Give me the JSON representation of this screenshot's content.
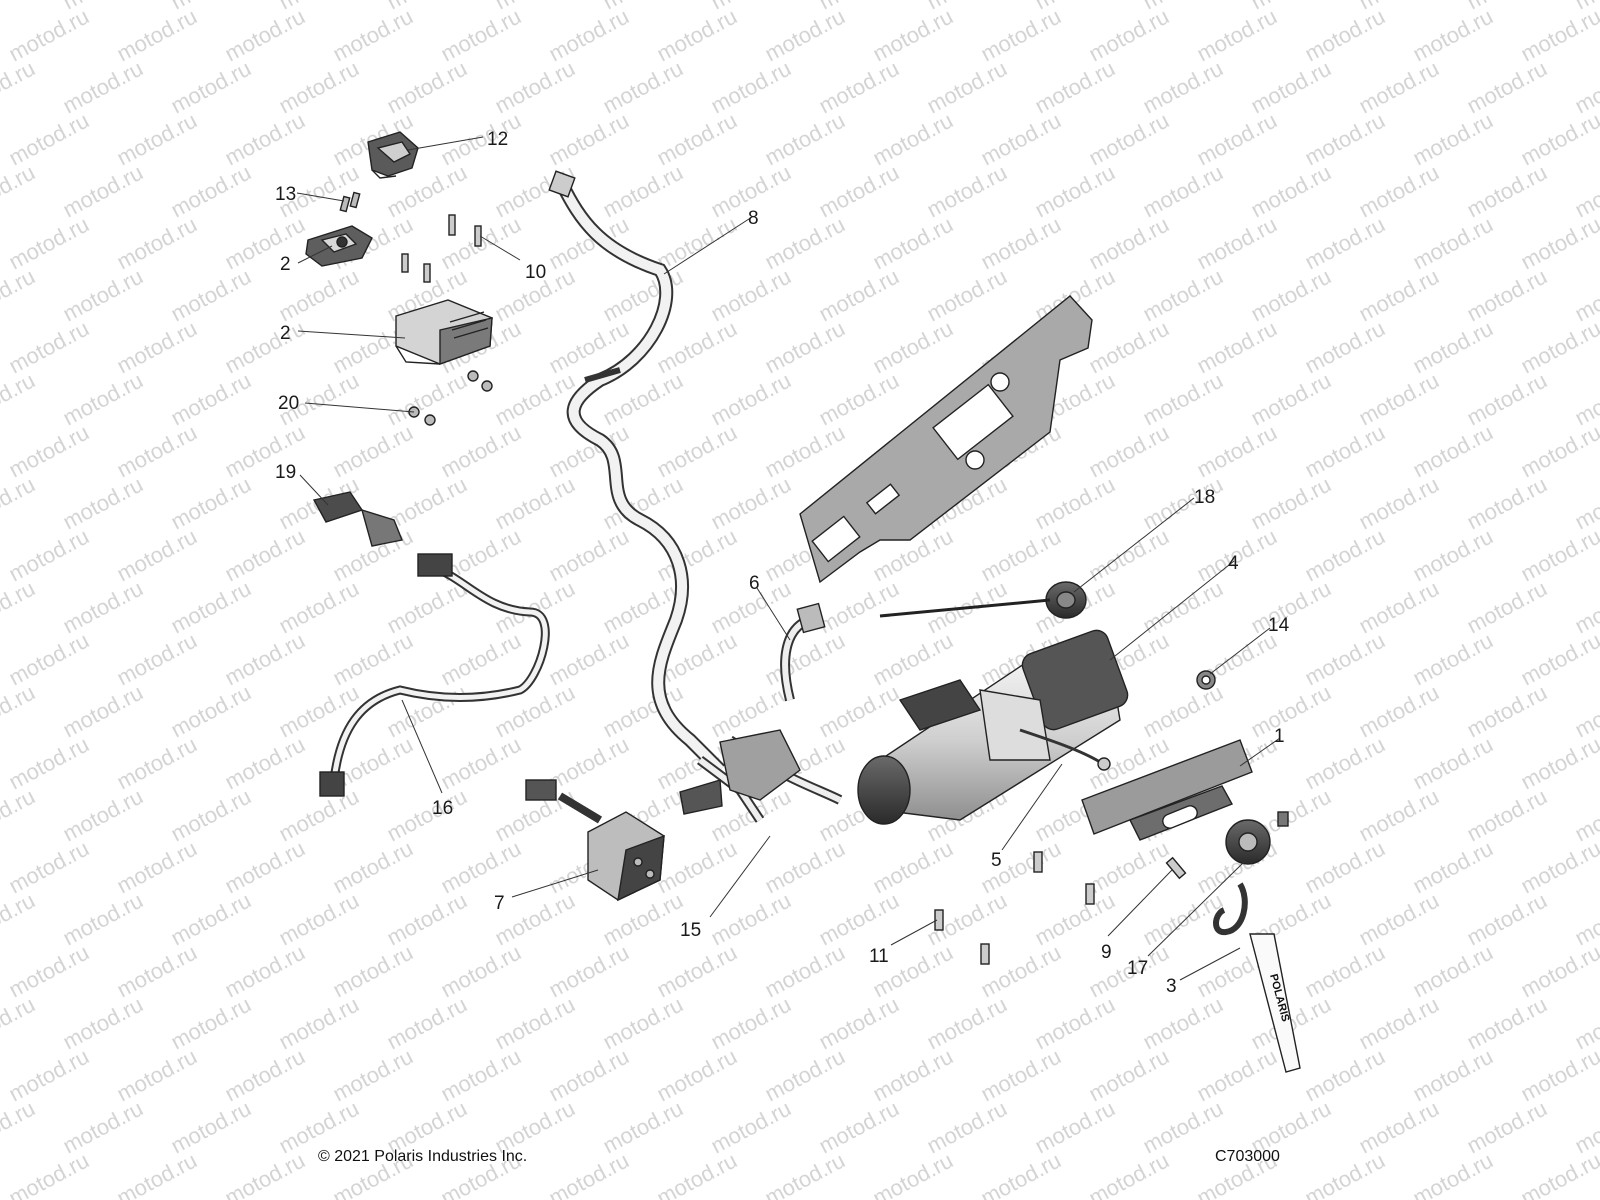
{
  "diagram": {
    "watermark_text": "motod.ru",
    "copyright": "© 2021 Polaris Industries Inc.",
    "drawing_code": "C703000",
    "tag_text": "POLARIS",
    "callouts": [
      {
        "id": "c12",
        "label": "12",
        "part": "switch-bracket"
      },
      {
        "id": "c13",
        "label": "13",
        "part": "screw-pair"
      },
      {
        "id": "c10",
        "label": "10",
        "part": "bolts-upper"
      },
      {
        "id": "c8",
        "label": "8",
        "part": "power-cable"
      },
      {
        "id": "c2a",
        "label": "2",
        "part": "winch-switch"
      },
      {
        "id": "c2b",
        "label": "2",
        "part": "control-module"
      },
      {
        "id": "c20",
        "label": "20",
        "part": "nut"
      },
      {
        "id": "c19",
        "label": "19",
        "part": "connector"
      },
      {
        "id": "c18",
        "label": "18",
        "part": "grommet"
      },
      {
        "id": "c4",
        "label": "4",
        "part": "winch-assembly"
      },
      {
        "id": "c6",
        "label": "6",
        "part": "ground-cable"
      },
      {
        "id": "c14",
        "label": "14",
        "part": "nut"
      },
      {
        "id": "c1",
        "label": "1",
        "part": "fairlead"
      },
      {
        "id": "c16",
        "label": "16",
        "part": "switch-harness"
      },
      {
        "id": "c5",
        "label": "5",
        "part": "winch-rope"
      },
      {
        "id": "c7",
        "label": "7",
        "part": "contactor"
      },
      {
        "id": "c15",
        "label": "15",
        "part": "motor-leads"
      },
      {
        "id": "c11",
        "label": "11",
        "part": "bolt"
      },
      {
        "id": "c9",
        "label": "9",
        "part": "bolt"
      },
      {
        "id": "c17",
        "label": "17",
        "part": "hook-stopper"
      },
      {
        "id": "c3",
        "label": "3",
        "part": "hook-and-strap"
      }
    ]
  }
}
